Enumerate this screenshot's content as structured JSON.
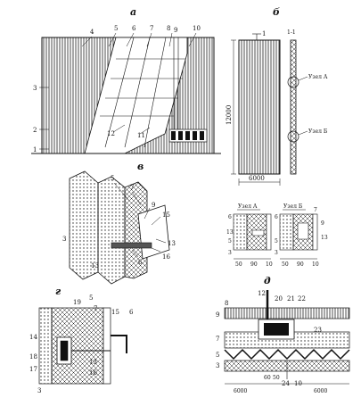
{
  "panels": {
    "a": "а",
    "b": "б",
    "v": "в",
    "g": "г",
    "d": "д"
  },
  "panel_a": {
    "callouts": [
      "1",
      "2",
      "3",
      "4",
      "5",
      "6",
      "7",
      "8",
      "9",
      "10",
      "11",
      "12"
    ]
  },
  "panel_b": {
    "section_mark": "1",
    "section_label": "1-1",
    "height": "12000",
    "width": "6000",
    "node_a": "Узел А",
    "node_b": "Узел Б"
  },
  "panel_v": {
    "callouts": [
      "3",
      "5",
      "7",
      "9",
      "15",
      "13",
      "16",
      "6",
      "13"
    ]
  },
  "nodes": {
    "node_a": {
      "title": "Узел А",
      "callouts": [
        "6",
        "13",
        "5",
        "3"
      ],
      "dims": [
        "50",
        "90",
        "10"
      ]
    },
    "node_b": {
      "title": "Узел Б",
      "callouts": [
        "6",
        "7",
        "5",
        "9",
        "3",
        "13"
      ],
      "dims": [
        "50",
        "90",
        "10"
      ]
    }
  },
  "panel_g": {
    "callouts": [
      "19",
      "5",
      "7",
      "15",
      "6",
      "14",
      "18",
      "17",
      "3",
      "13",
      "16"
    ]
  },
  "panel_d": {
    "callouts": [
      "12",
      "20",
      "21",
      "22",
      "9",
      "8",
      "7",
      "5",
      "3",
      "23",
      "24",
      "10"
    ],
    "dims": [
      "6000",
      "60",
      "50",
      "6000"
    ]
  }
}
